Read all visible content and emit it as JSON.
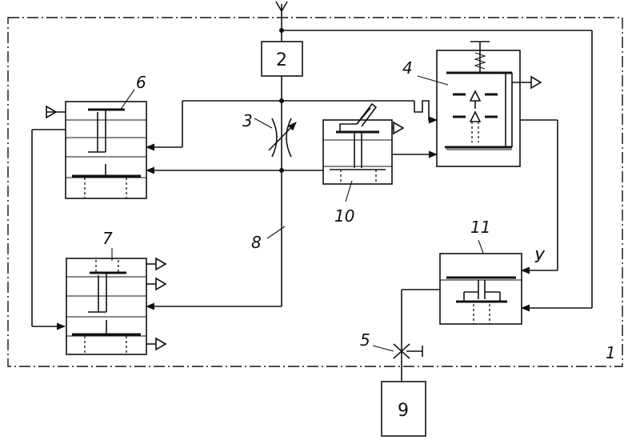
{
  "labels": {
    "l1": "1",
    "l2": "2",
    "l3": "3",
    "l4": "4",
    "l5": "5",
    "l6": "6",
    "l7": "7",
    "l8": "8",
    "l9": "9",
    "l10": "10",
    "l11": "11",
    "lu": "У"
  },
  "colors": {
    "ink": "#111111",
    "paper": "#ffffff"
  }
}
